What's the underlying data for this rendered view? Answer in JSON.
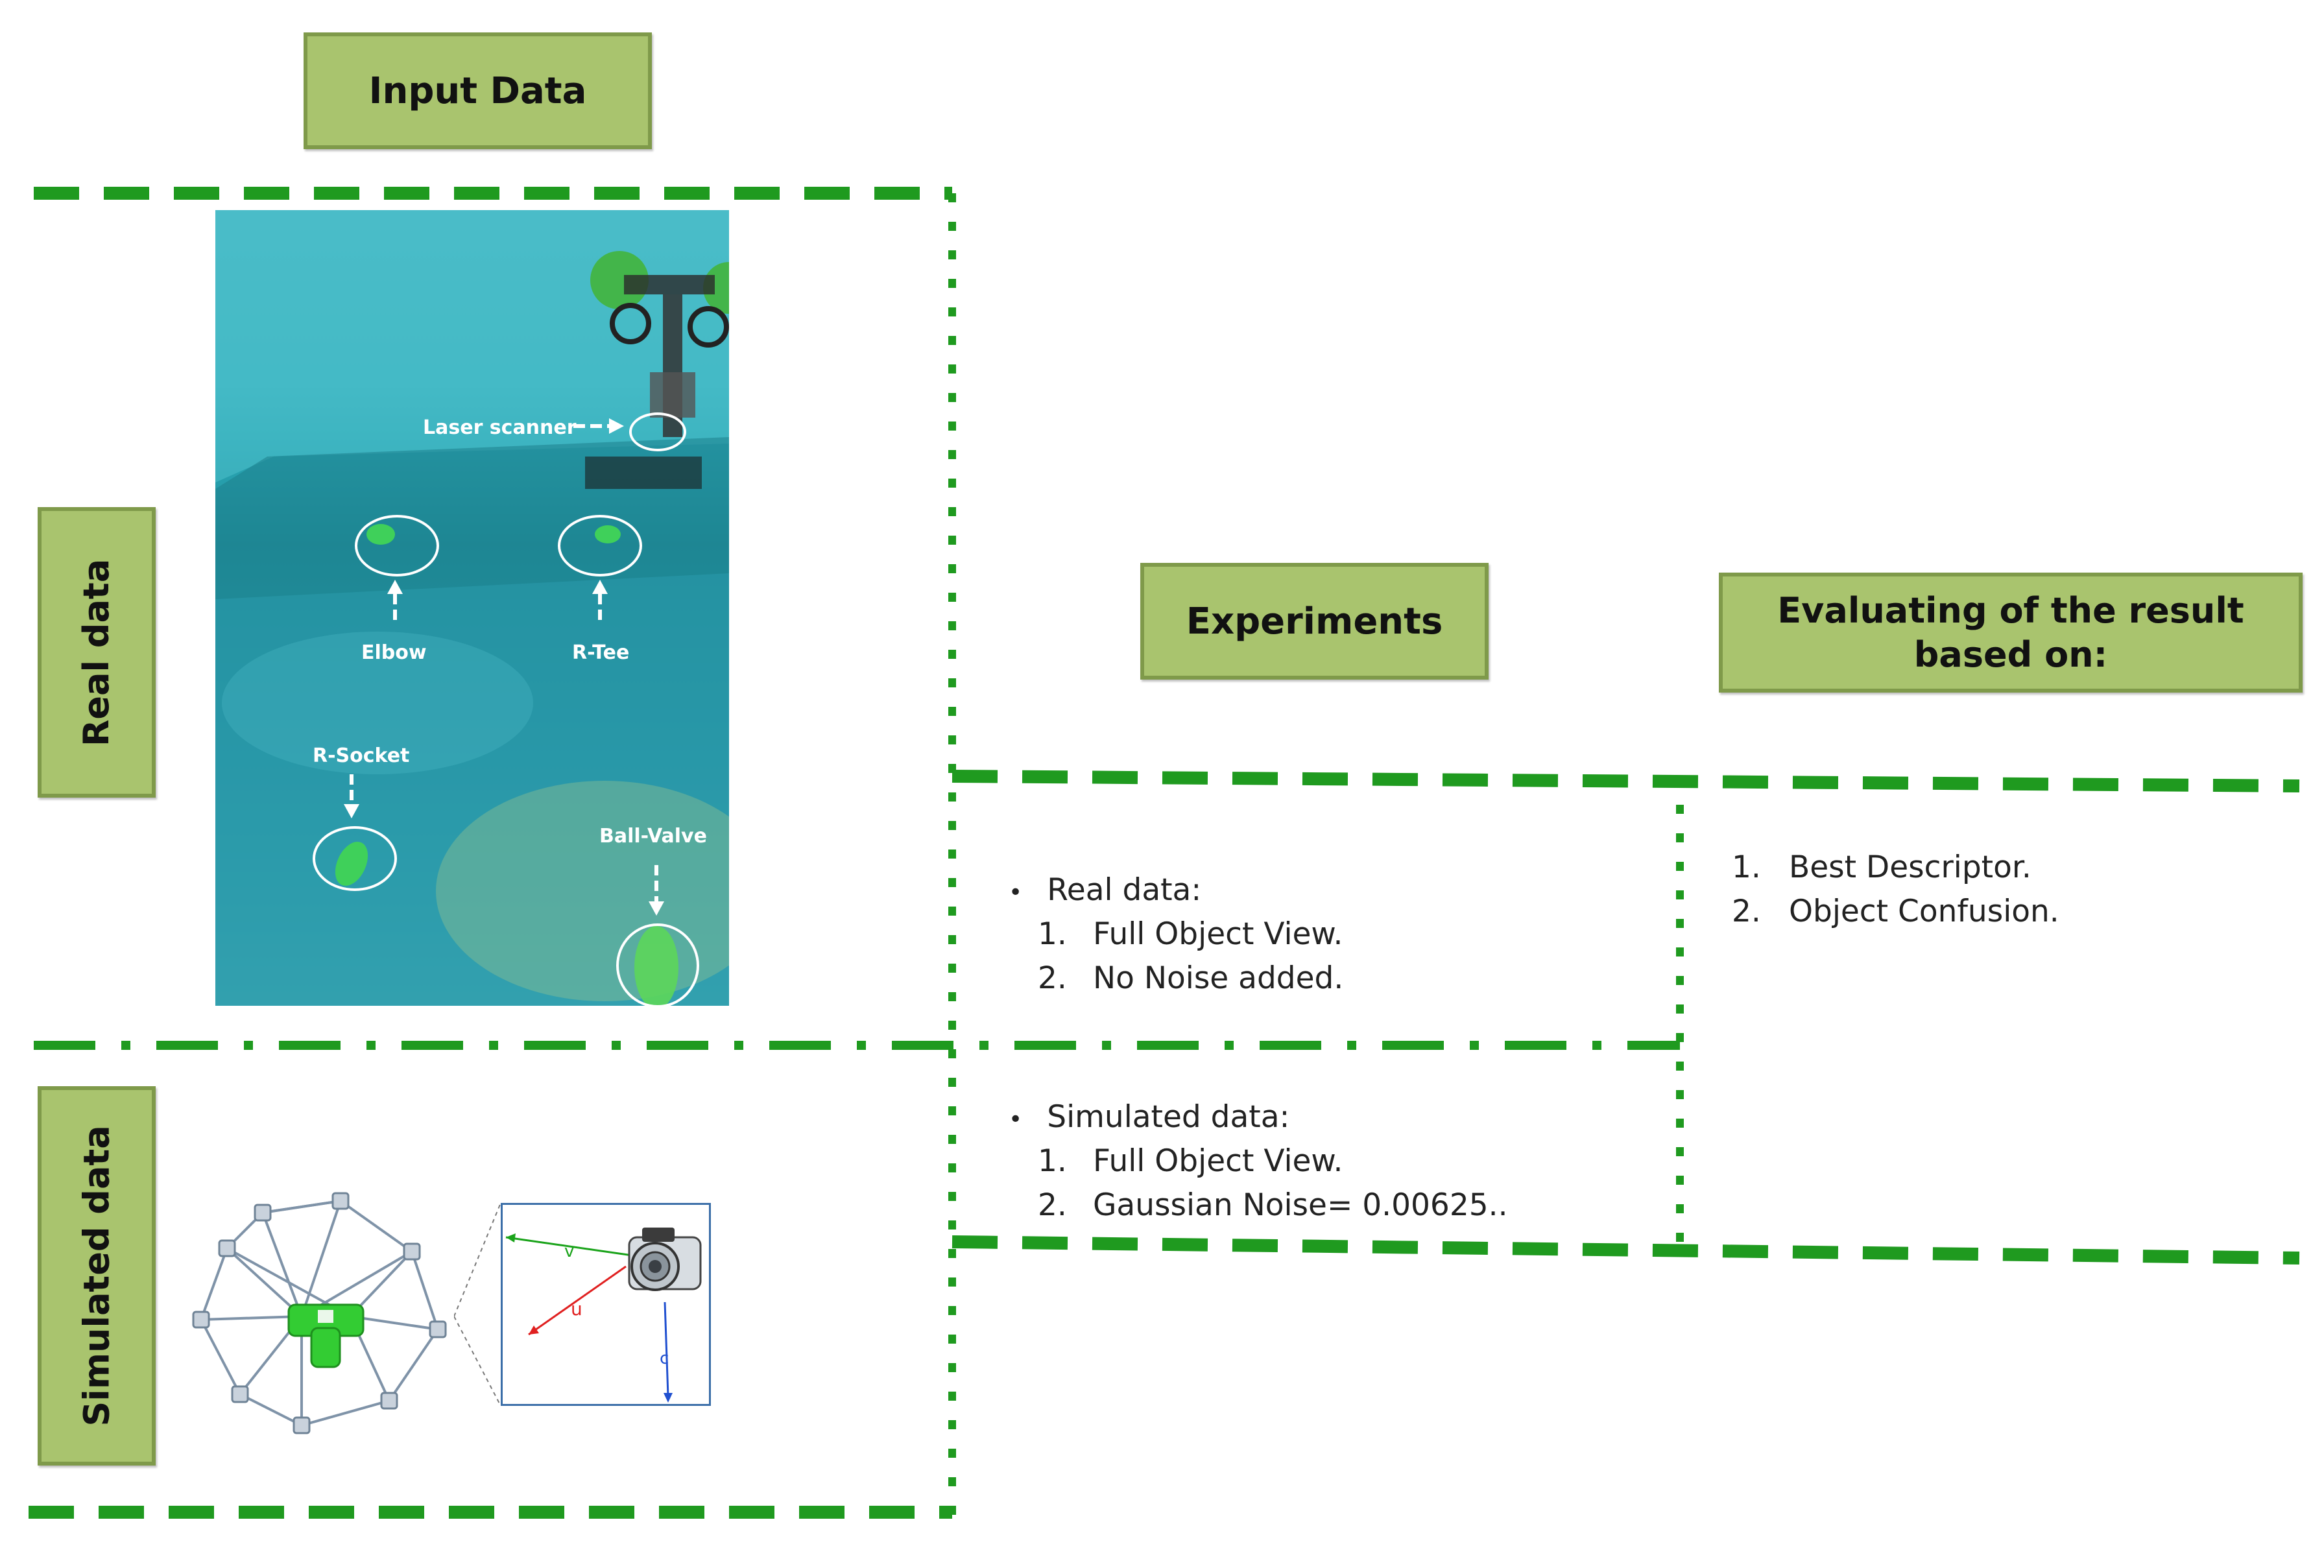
{
  "headers": {
    "input_data": "Input Data",
    "experiments": "Experiments",
    "evaluating": "Evaluating of the result based on:"
  },
  "side_labels": {
    "real_data": "Real data",
    "simulated_data": "Simulated data"
  },
  "photo_labels": {
    "laser_scanner": "Laser scanner",
    "elbow": "Elbow",
    "r_tee": "R-Tee",
    "r_socket": "R-Socket",
    "ball_valve": "Ball-Valve"
  },
  "experiments": {
    "real": {
      "title": "Real data:",
      "items": [
        "Full Object View.",
        "No Noise added."
      ]
    },
    "simulated": {
      "title": "Simulated data:",
      "items": [
        "Full Object View.",
        "Gaussian Noise= 0.00625.."
      ]
    }
  },
  "evaluation": {
    "items": [
      "Best Descriptor.",
      "Object Confusion."
    ]
  },
  "colors": {
    "dash_green": "#1f9a1f",
    "box_fill": "#a9c46e",
    "box_border": "#7f9a4a"
  }
}
